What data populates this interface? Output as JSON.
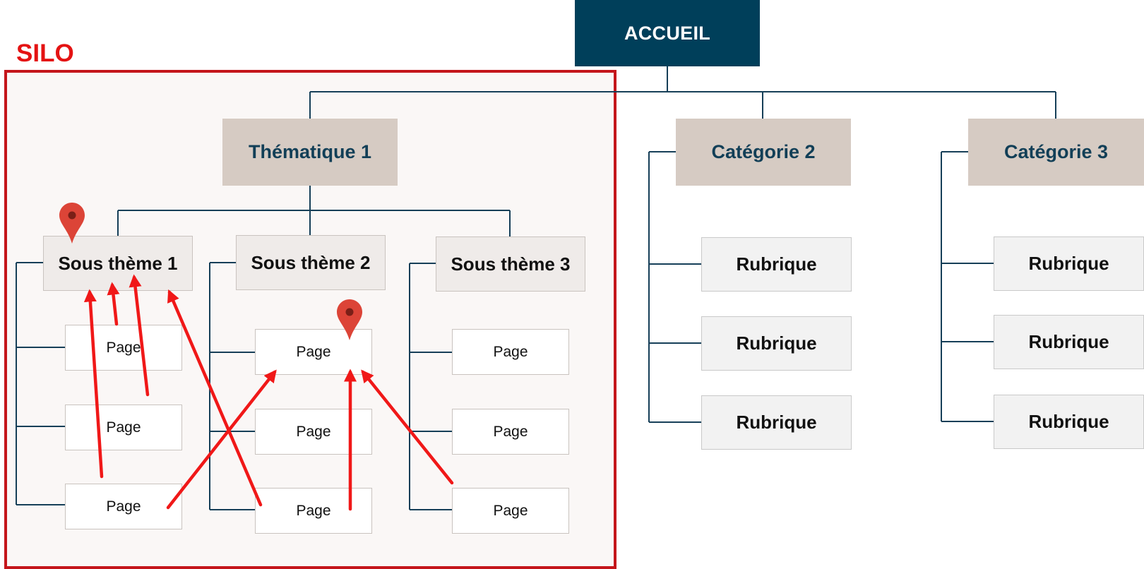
{
  "silo": {
    "label": "SILO"
  },
  "root": {
    "label": "ACCUEIL"
  },
  "themes": [
    {
      "label": "Thématique 1"
    },
    {
      "label": "Catégorie 2"
    },
    {
      "label": "Catégorie 3"
    }
  ],
  "subthemes": [
    {
      "label": "Sous thème 1",
      "pages": [
        "Page",
        "Page",
        "Page"
      ]
    },
    {
      "label": "Sous thème 2",
      "pages": [
        "Page",
        "Page",
        "Page"
      ]
    },
    {
      "label": "Sous thème 3",
      "pages": [
        "Page",
        "Page",
        "Page"
      ]
    }
  ],
  "categories": [
    {
      "rubriques": [
        "Rubrique",
        "Rubrique",
        "Rubrique"
      ]
    },
    {
      "rubriques": [
        "Rubrique",
        "Rubrique",
        "Rubrique"
      ]
    }
  ],
  "colors": {
    "root_fill": "#003f5a",
    "theme_fill": "#d6cbc3",
    "connector": "#163f58",
    "silo_border": "#c4161b",
    "arrow": "#f01818",
    "pin": "#dc4437"
  },
  "icons": {
    "pin": "map-pin-icon"
  }
}
